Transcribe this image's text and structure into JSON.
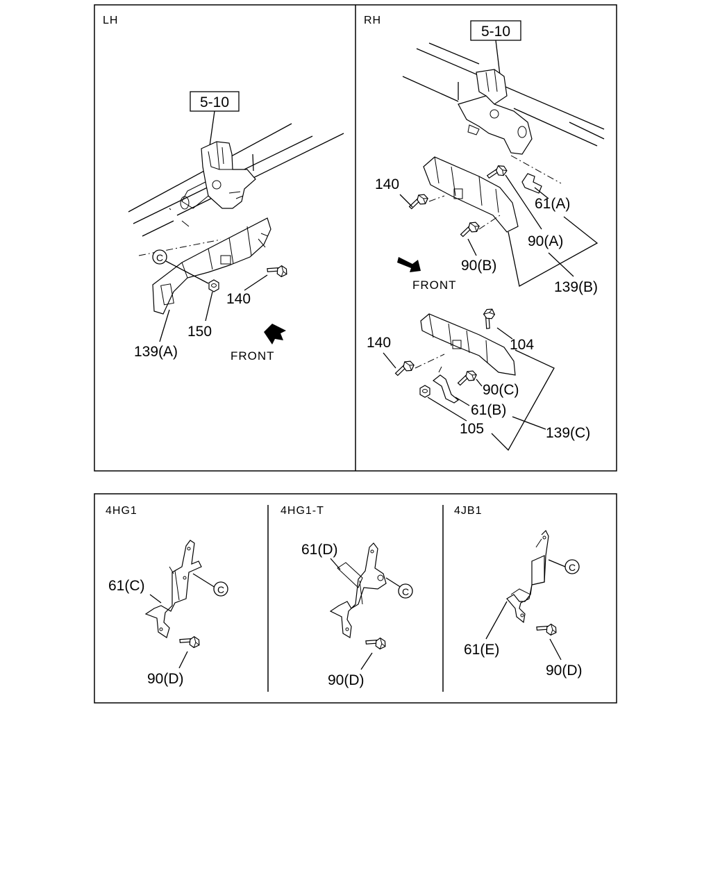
{
  "panels": {
    "lh": {
      "header": "LH",
      "ref_box": "5-10",
      "front": "FRONT",
      "labels": {
        "c": "C",
        "p140": "140",
        "p150": "150",
        "p139a": "139(A)"
      }
    },
    "rh": {
      "header": "RH",
      "ref_box": "5-10",
      "front": "FRONT",
      "labels": {
        "p140a": "140",
        "p61a": "61(A)",
        "p90a": "90(A)",
        "p90b": "90(B)",
        "p139b": "139(B)",
        "p140b": "140",
        "p104": "104",
        "p90c": "90(C)",
        "p61b": "61(B)",
        "p105": "105",
        "p139c": "139(C)"
      }
    }
  },
  "engines": {
    "hg1": {
      "header": "4HG1",
      "labels": {
        "p61c": "61(C)",
        "c": "C",
        "p90d": "90(D)"
      }
    },
    "hg1t": {
      "header": "4HG1-T",
      "labels": {
        "p61d": "61(D)",
        "c": "C",
        "p90d": "90(D)"
      }
    },
    "jb1": {
      "header": "4JB1",
      "labels": {
        "c": "C",
        "p61e": "61(E)",
        "p90d": "90(D)"
      }
    }
  }
}
